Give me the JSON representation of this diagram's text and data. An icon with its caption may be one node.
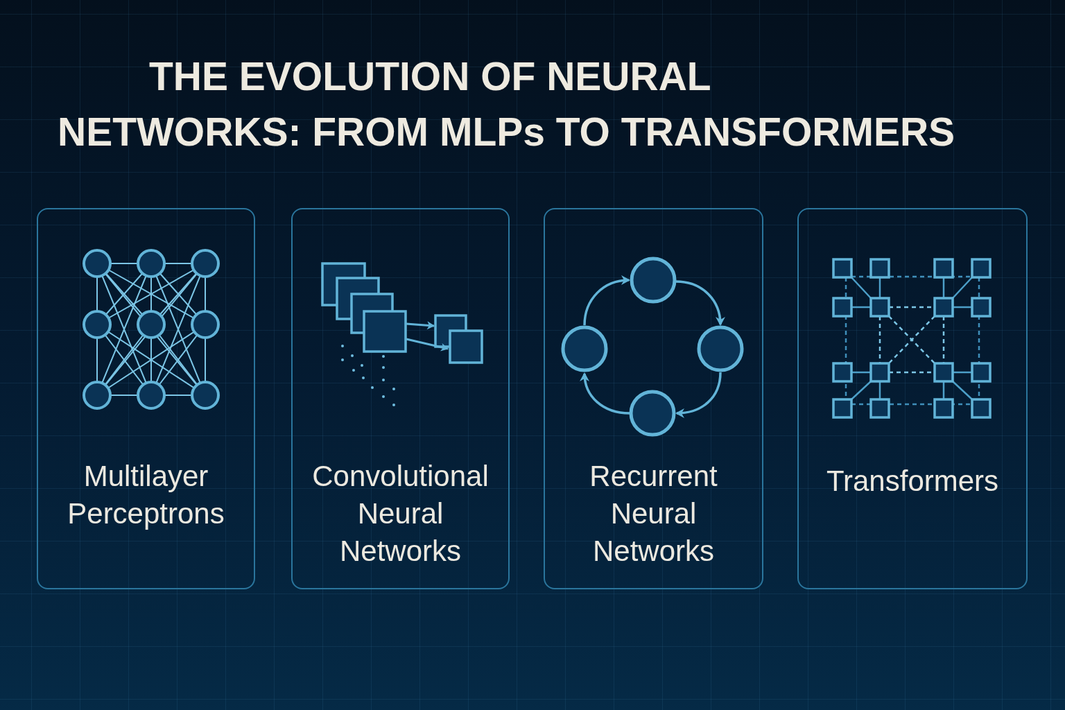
{
  "diagram": {
    "title": "THE EVOLUTION OF NEURAL NETWORKS: FROM MLPs TO TRANSFORMERS",
    "nodes": [
      {
        "text": [
          "Multilayer Perceptrons"
        ]
      },
      {
        "text": [
          "Convolutional Neural Networks"
        ]
      },
      {
        "text": [
          "Recurrent Neural Networks"
        ]
      },
      {
        "text": [
          "Transformers"
        ]
      }
    ]
  }
}
